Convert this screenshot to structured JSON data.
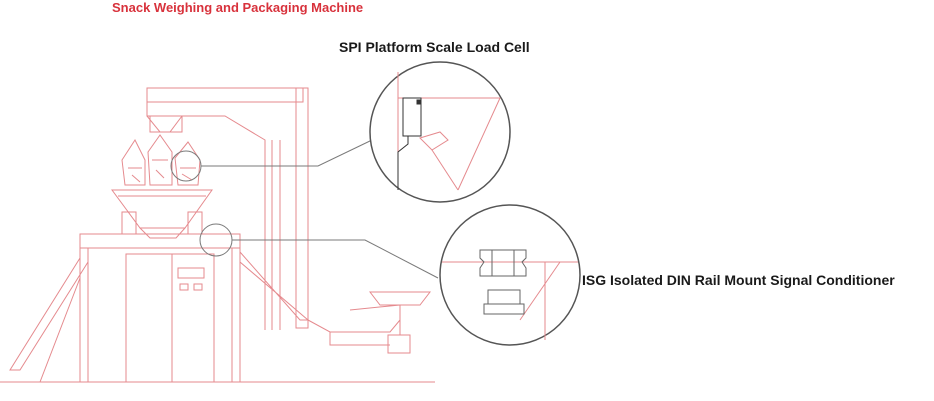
{
  "title": "Snack Weighing and Packaging Machine",
  "callouts": {
    "load_cell": "SPI Platform Scale Load Cell",
    "signal_conditioner": "ISG Isolated DIN Rail Mount Signal Conditioner"
  },
  "colors": {
    "title": "#d8323c",
    "machine_line": "#e58a8e",
    "callout_line": "#7a7a7a",
    "label_text": "#1a1a1a"
  }
}
